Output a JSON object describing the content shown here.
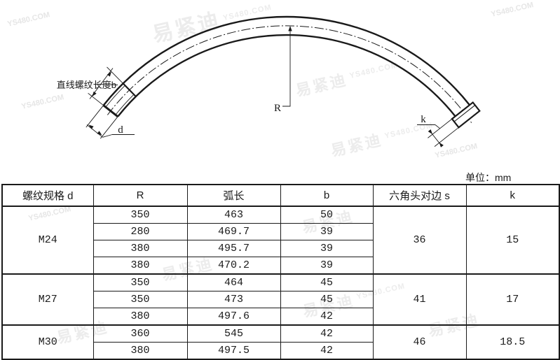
{
  "unit_label": "单位：mm",
  "watermark": {
    "logo": "易紧迪",
    "site": "YS480.COM"
  },
  "drawing": {
    "thread_length_label": "直线螺纹长度b",
    "radius_label": "R",
    "diameter_label": "d",
    "head_height_label": "k"
  },
  "table": {
    "headers": [
      "螺纹规格 d",
      "R",
      "弧长",
      "b",
      "六角头对边 s",
      "k"
    ],
    "groups": [
      {
        "spec": "M24",
        "rows": [
          [
            "350",
            "463",
            "50"
          ],
          [
            "280",
            "469.7",
            "39"
          ],
          [
            "380",
            "495.7",
            "39"
          ],
          [
            "380",
            "470.2",
            "39"
          ]
        ],
        "s": "36",
        "k": "15"
      },
      {
        "spec": "M27",
        "rows": [
          [
            "350",
            "464",
            "45"
          ],
          [
            "350",
            "473",
            "45"
          ],
          [
            "380",
            "497.6",
            "42"
          ]
        ],
        "s": "41",
        "k": "17"
      },
      {
        "spec": "M30",
        "rows": [
          [
            "360",
            "545",
            "42"
          ],
          [
            "380",
            "497.5",
            "42"
          ]
        ],
        "s": "46",
        "k": "18.5"
      }
    ]
  }
}
